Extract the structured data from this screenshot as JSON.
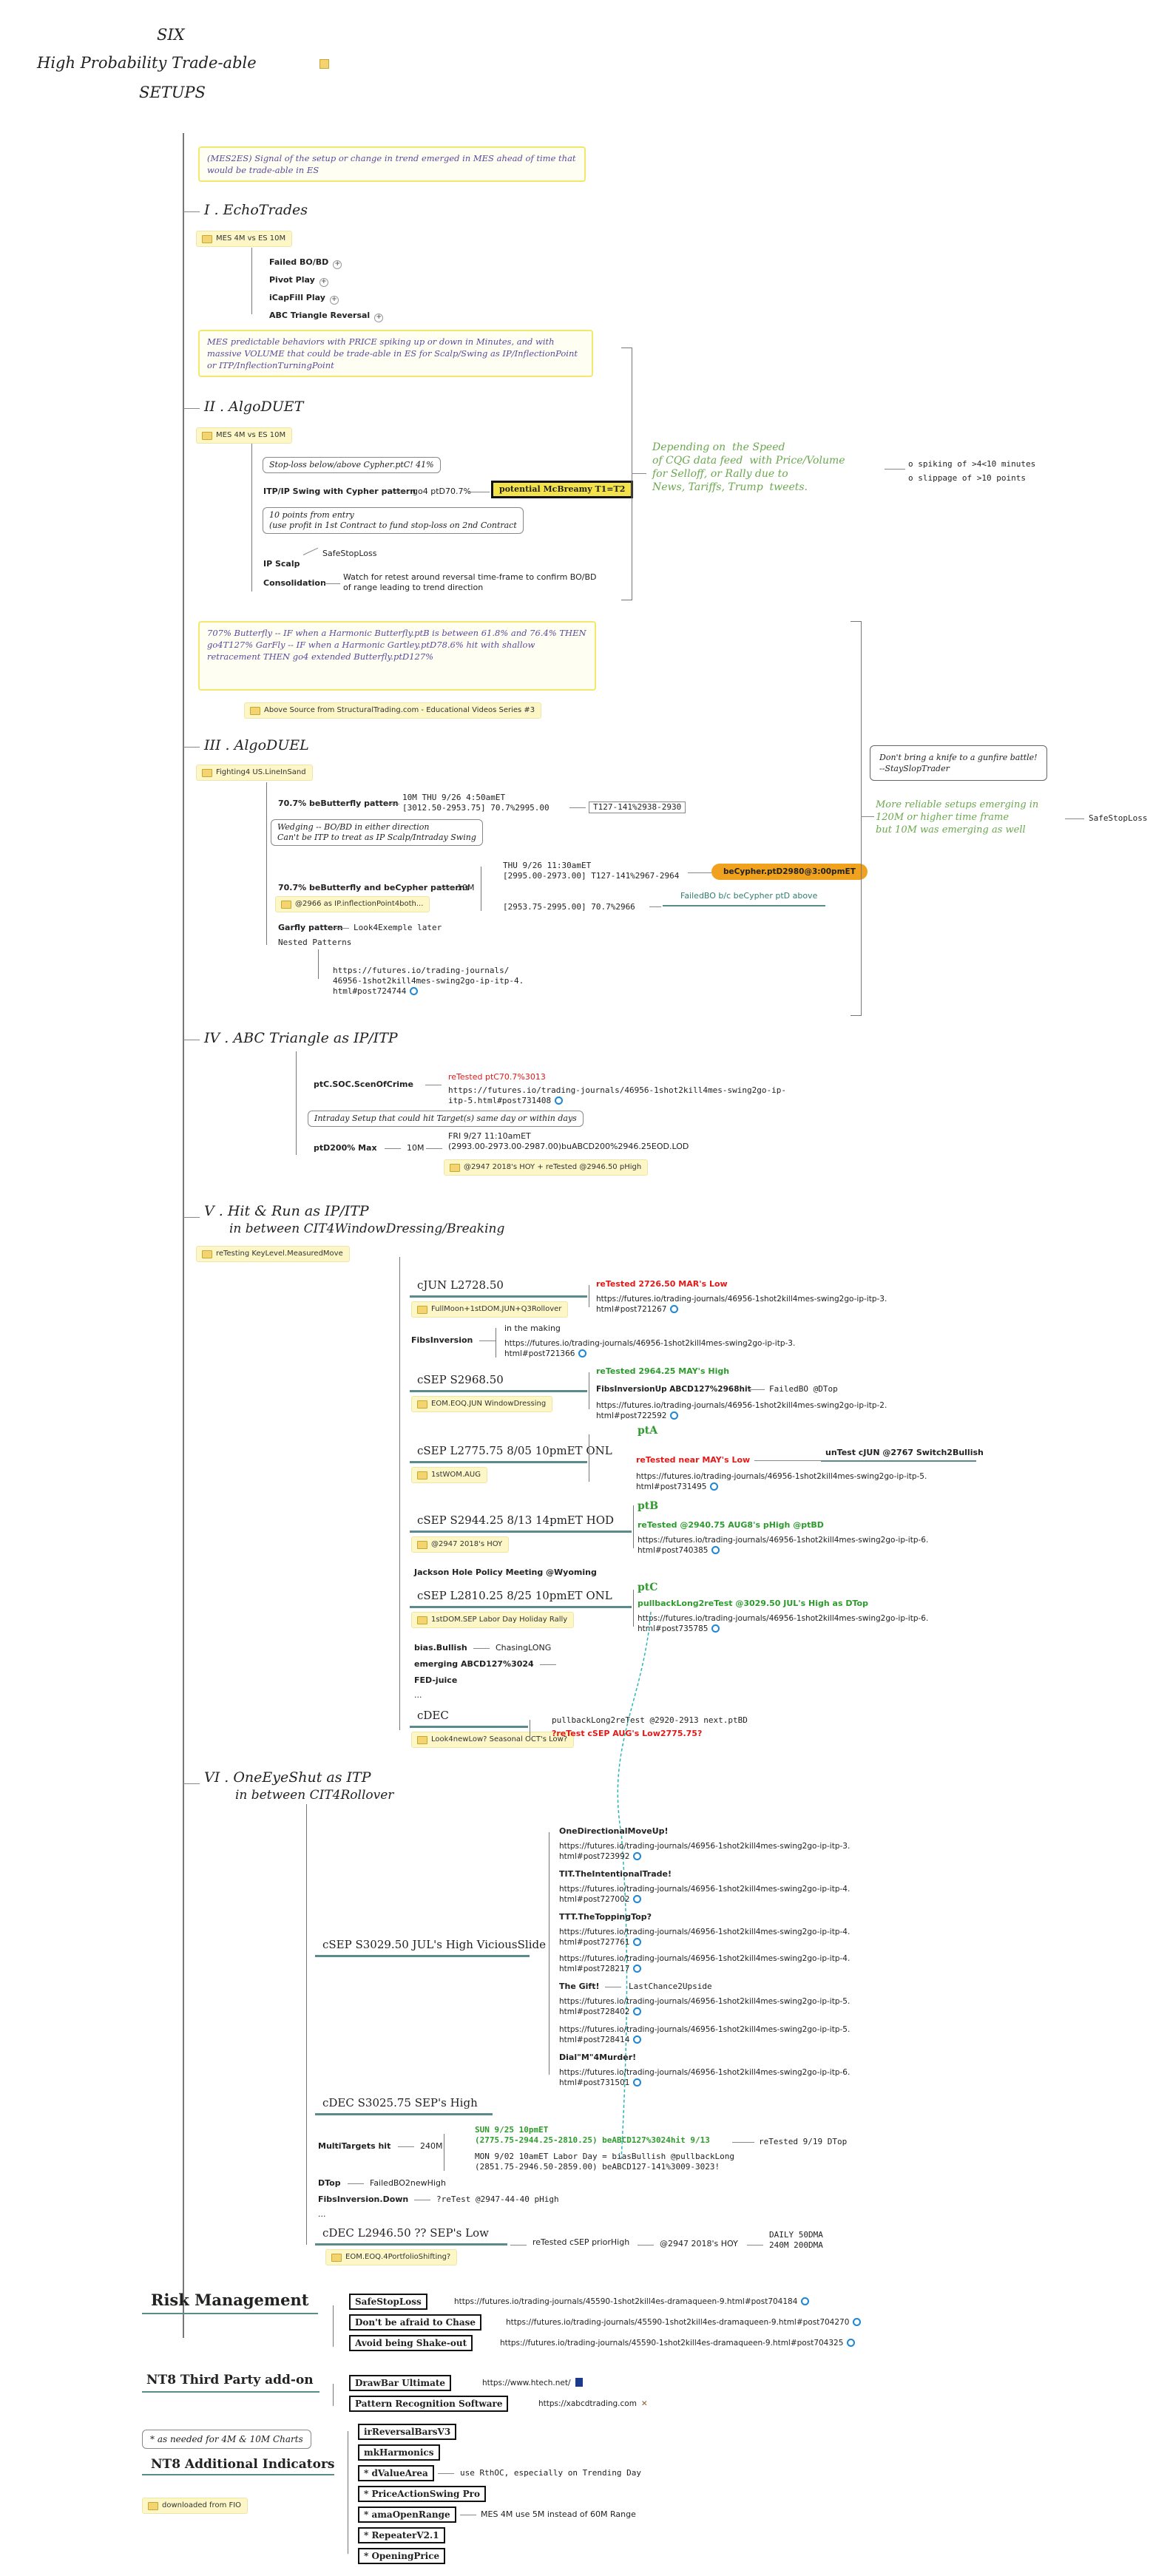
{
  "title": {
    "line1": "SIX",
    "line2": "High Probability Trade-able",
    "line3": "SETUPS"
  },
  "intro_note": "(MES2ES) Signal of the setup or change in trend emerged in MES ahead of time that would be trade-able in ES",
  "s1": {
    "label": "I . EchoTrades",
    "tag": "MES 4M vs ES 10M",
    "items": [
      "Failed BO/BD",
      "Pivot Play",
      "iCapFill Play",
      "ABC Triangle Reversal"
    ]
  },
  "s2": {
    "note": "MES predictable behaviors with PRICE spiking up or down in Minutes, and with massive VOLUME that could be trade-able in ES for Scalp/Swing as IP/InflectionPoint or ITP/InflectionTurningPoint",
    "label": "II . AlgoDUET",
    "tag": "MES 4M vs ES 10M",
    "stop_note": "Stop-loss below/above Cypher.ptC! 41%",
    "itp_label": "ITP/IP Swing with Cypher pattern",
    "itp_value": "go4 ptD70.7%",
    "potential": "potential McBreamy T1=T2",
    "scalp_note": "10 points from entry\n(use profit in 1st Contract to fund stop-loss on 2nd Contract",
    "scalp_label": "IP Scalp",
    "scalp_value": "SafeStopLoss",
    "consol_label": "Consolidation",
    "consol_value": "Watch for retest around reversal time-frame to confirm BO/BD\nof range leading to trend direction",
    "depend_note": "Depending on  the Speed\nof CQG data feed  with Price/Volume\nfor Selloff, or Rally due to\nNews, Tariffs, Trump  tweets.",
    "spiking": "o spiking of >4<10 minutes",
    "slippage": "o slippage of >10 points"
  },
  "s3": {
    "note": "707% Butterfly -- IF when a Harmonic Butterfly.ptB is between 61.8% and 76.4% THEN go4T127%\nGarFly -- IF when a Harmonic Gartley.ptD78.6% hit with shallow retracement THEN go4 extended Butterfly.ptD127%",
    "note_tag": "Above Source from StructuralTrading.com - Educational Videos Series #3",
    "label": "III . AlgoDUEL",
    "tag": "Fighting4 US.LineInSand",
    "bf_label": "70.7% beButterfly pattern",
    "bf_value": "10M THU 9/26 4:50amET\n[3012.50-2953.75] 70.7%2995.00",
    "bf_t127": "T127-141%2938-2930",
    "wedge_note": "Wedging -- BO/BD in either direction\nCan't be ITP to treat as IP Scalp/Intraday Swing",
    "bfcy_label": "70.7% beButterfly and beCypher patterns",
    "bfcy_tag": "@2966 as IP.inflectionPoint4both...",
    "tf": "10M",
    "thu_value": "THU 9/26 11:30amET\n[2995.00-2973.00] T127-141%2967-2964",
    "becypher": "beCypher.ptD2980@3:00pmET",
    "range2": "[2953.75-2995.00] 70.7%2966",
    "failed": "FailedBO b/c beCypher ptD above",
    "garfly_label": "Garfly pattern",
    "garfly_value": "Look4Exemple later",
    "nested_label": "Nested Patterns",
    "nested_link": "https://futures.io/trading-journals/\n46956-1shot2kill4mes-swing2go-ip-itp-4.\nhtml#post724744",
    "knife_note": "Don't bring a knife to a gunfire battle!\n--StaySlopTrader",
    "reliable_note": "More reliable setups emerging in\n120M or higher time frame\nbut 10M was emerging as well",
    "safestop": "SafeStopLoss"
  },
  "s4": {
    "label": "IV . ABC Triangle as IP/ITP",
    "soc_label": "ptC.SOC.ScenOfCrime",
    "soc_red": "reTested ptC70.7%3013",
    "soc_link": "https://futures.io/trading-journals/46956-1shot2kill4mes-swing2go-ip-\nitp-5.html#post731408",
    "intraday_note": "Intraday Setup that could hit Target(s) same day or within days",
    "max_label": "ptD200% Max",
    "tf": "10M",
    "fri_value": "FRI 9/27 11:10amET\n(2993.00-2973.00-2987.00)buABCD200%2946.25EOD.LOD",
    "max_tag": "@2947 2018's HOY + reTested @2946.50 pHigh"
  },
  "s5": {
    "label1": "V .  Hit & Run as IP/ITP",
    "label2": "in between CIT4WindowDressing/Breaking",
    "tag": "reTesting KeyLevel.MeasuredMove",
    "jun": {
      "label": "cJUN L2728.50",
      "tag": "FullMoon+1stDOM.JUN+Q3Rollover",
      "red": "reTested 2726.50 MAR's Low",
      "link": "https://futures.io/trading-journals/46956-1shot2kill4mes-swing2go-ip-itp-3.\nhtml#post721267"
    },
    "fib": {
      "label": "FibsInversion",
      "making": "in the making",
      "link": "https://futures.io/trading-journals/46956-1shot2kill4mes-swing2go-ip-itp-3.\nhtml#post721366"
    },
    "sep1": {
      "label": "cSEP S2968.50",
      "tag": "EOM.EOQ.JUN WindowDressing",
      "green": "reTested 2964.25 MAY's High",
      "fib_label": "FibsInversionUp ABCD127%2968hit",
      "fib_value": "FailedBO @DTop",
      "link": "https://futures.io/trading-journals/46956-1shot2kill4mes-swing2go-ip-itp-2.\nhtml#post722592"
    },
    "sep2": {
      "label": "cSEP L2775.75 8/05 10pmET ONL",
      "tag": "1stWOM.AUG",
      "pt": "ptA",
      "red": "reTested near MAY's Low",
      "untest": "unTest cJUN @2767 Switch2Bullish",
      "link": "https://futures.io/trading-journals/46956-1shot2kill4mes-swing2go-ip-itp-5.\nhtml#post731495"
    },
    "sep3": {
      "label": "cSEP S2944.25 8/13 14pmET HOD",
      "tag": "@2947 2018's HOY",
      "pt": "ptB",
      "green": "reTested @2940.75 AUG8's pHigh @ptBD",
      "link": "https://futures.io/trading-journals/46956-1shot2kill4mes-swing2go-ip-itp-6.\nhtml#post740385"
    },
    "jackson": "Jackson Hole Policy Meeting @Wyoming",
    "sep4": {
      "label": "cSEP L2810.25 8/25 10pmET ONL",
      "tag": "1stDOM.SEP Labor Day Holiday Rally",
      "pt": "ptC",
      "green": "pullbackLong2reTest @3029.50 JUL's High as DTop",
      "link": "https://futures.io/trading-journals/46956-1shot2kill4mes-swing2go-ip-itp-6.\nhtml#post735785"
    },
    "bias_label": "bias.Bullish",
    "bias_value": "ChasingLONG",
    "emerging": "emerging ABCD127%3024",
    "fed": "FED-juice",
    "dots": "...",
    "dec": {
      "label": "cDEC",
      "tag": "Look4newLow? Seasonal OCT's Low?",
      "mono": "pullbackLong2reTest @2920-2913 next.ptBD",
      "red": "?reTest cSEP AUG's Low2775.75?"
    }
  },
  "s6": {
    "label1": "VI .  OneEyeShut as ITP",
    "label2": "in between CIT4Rollover",
    "sep_label": "cSEP S3029.50 JUL's High ViciousSlide",
    "items": [
      {
        "title": "OneDirectionalMoveUp!",
        "link": "https://futures.io/trading-journals/46956-1shot2kill4mes-swing2go-ip-itp-3.\nhtml#post723992"
      },
      {
        "title": "TIT.TheIntentionalTrade!",
        "link": "https://futures.io/trading-journals/46956-1shot2kill4mes-swing2go-ip-itp-4.\nhtml#post727002"
      },
      {
        "title": "TTT.TheToppingTop?",
        "link": "https://futures.io/trading-journals/46956-1shot2kill4mes-swing2go-ip-itp-4.\nhtml#post727761"
      },
      {
        "title": "",
        "link": "https://futures.io/trading-journals/46956-1shot2kill4mes-swing2go-ip-itp-4.\nhtml#post728217"
      },
      {
        "title": "The Gift!",
        "extra": "LastChance2Upside",
        "link": "https://futures.io/trading-journals/46956-1shot2kill4mes-swing2go-ip-itp-5.\nhtml#post728402"
      },
      {
        "title": "",
        "link": "https://futures.io/trading-journals/46956-1shot2kill4mes-swing2go-ip-itp-5.\nhtml#post728414"
      },
      {
        "title": "Dial\"M\"4Murder!",
        "link": "https://futures.io/trading-journals/46956-1shot2kill4mes-swing2go-ip-itp-6.\nhtml#post731501"
      }
    ],
    "dec1": "cDEC S3025.75 SEP's High",
    "multi_label": "MultiTargets hit",
    "multi_tf": "240M",
    "sun": "SUN 9/25 10pmET\n(2775.75-2944.25-2810.25) beABCD127%3024hit 9/13",
    "retested": "reTested 9/19 DTop",
    "mon": "MON 9/02 10amET Labor Day = biasBullish @pullbackLong\n(2851.75-2946.50-2859.00) beABCD127-141%3009-3023!",
    "dtop_label": "DTop",
    "dtop_value": "FailedBO2newHigh",
    "fibd_label": "FibsInversion.Down",
    "fibd_value": "?reTest @2947-44-40 pHigh",
    "dots": "...",
    "dec2": "cDEC L2946.50 ?? SEP's Low",
    "dec2_tag": "EOM.EOQ.4PortfolioShifting?",
    "dec2_ret": "reTested  cSEP priorHigh",
    "dec2_hoy": "@2947 2018's HOY",
    "dma": "DAILY 50DMA\n240M 200DMA"
  },
  "risk": {
    "title": "Risk Management",
    "items": [
      {
        "label": "SafeStopLoss",
        "link": "https://futures.io/trading-journals/45590-1shot2kill4es-dramaqueen-9.html#post704184"
      },
      {
        "label": "Don't be afraid to Chase",
        "link": "https://futures.io/trading-journals/45590-1shot2kill4es-dramaqueen-9.html#post704270"
      },
      {
        "label": "Avoid being Shake-out",
        "link": "https://futures.io/trading-journals/45590-1shot2kill4es-dramaqueen-9.html#post704325"
      }
    ]
  },
  "nt8": {
    "title": "NT8 Third Party add-on",
    "items": [
      {
        "label": "DrawBar Ultimate",
        "link": "https://www.htech.net/"
      },
      {
        "label": "Pattern Recognition Software",
        "link": "https://xabcdtrading.com"
      }
    ]
  },
  "ind": {
    "note": "* as needed for 4M & 10M Charts",
    "title": "NT8 Additional Indicators",
    "tag": "downloaded from FIO",
    "items": [
      {
        "label": "irReversalBarsV3",
        "value": ""
      },
      {
        "label": "mkHarmonics",
        "value": ""
      },
      {
        "label": "* dValueArea",
        "value": "use RthOC, especially on Trending Day"
      },
      {
        "label": "* PriceActionSwing Pro",
        "value": ""
      },
      {
        "label": "* amaOpenRange",
        "value": "MES 4M use 5M instead of 60M Range"
      },
      {
        "label": "* RepeaterV2.1",
        "value": ""
      },
      {
        "label": "* OpeningPrice",
        "value": ""
      }
    ]
  }
}
